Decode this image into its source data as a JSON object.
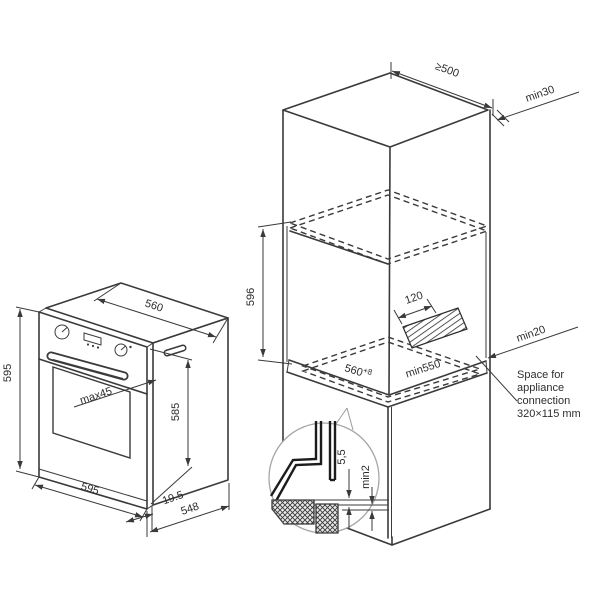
{
  "colors": {
    "line": "#3a3a3a",
    "text": "#2d2d2d",
    "detail_circle": "#a6a6a6",
    "background": "#ffffff"
  },
  "oven": {
    "dims": {
      "top_width": "560",
      "front_height": "595",
      "body_height": "585",
      "handle_protrusion": "max45",
      "front_width": "595",
      "frame_depth": "19.5",
      "body_depth": "548"
    }
  },
  "cabinet": {
    "dims": {
      "top_depth": "≥500",
      "top_rear_gap": "min30",
      "niche_height": "596",
      "connection_offset": "120",
      "rear_gap": "min20",
      "niche_width": "560",
      "niche_width_tolerance": "+8",
      "shelf_depth": "min550"
    },
    "note": {
      "line1": "Space for",
      "line2": "appliance",
      "line3": "connection",
      "line4": "320×115 mm"
    }
  },
  "detail": {
    "dims": {
      "front_gap": "5,5",
      "min_clearance": "min2"
    }
  }
}
